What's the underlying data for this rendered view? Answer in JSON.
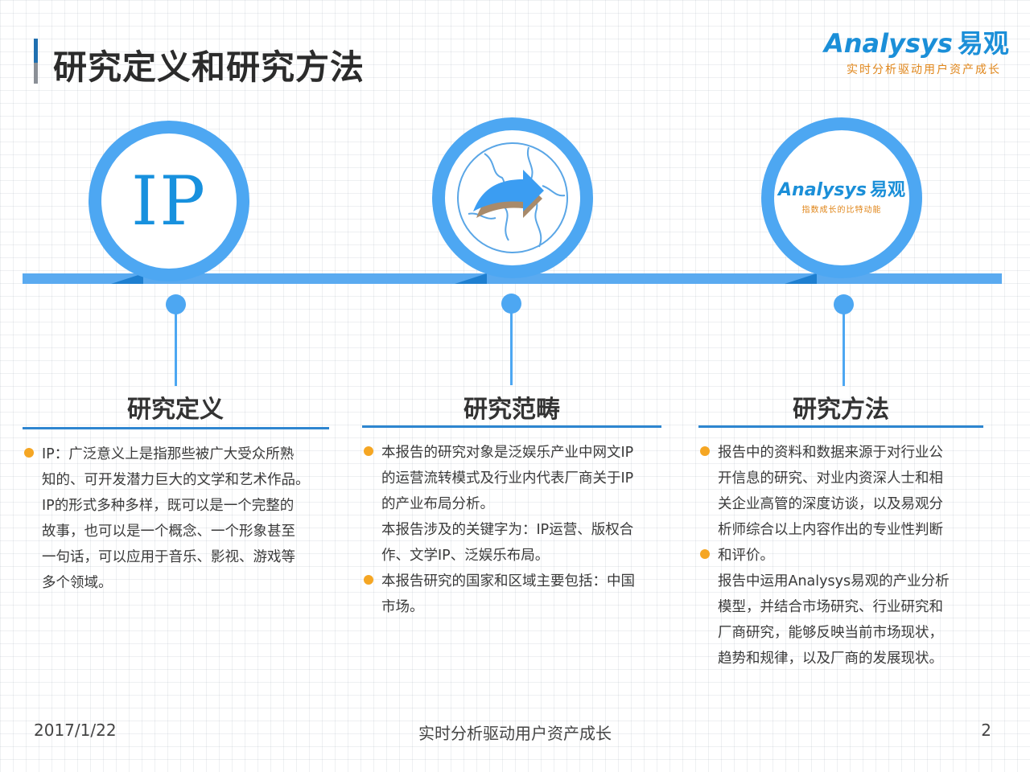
{
  "header": {
    "title": "研究定义和研究方法",
    "logo_text": "Analysys",
    "logo_cn": "易观",
    "slogan": "实时分析驱动用户资产成长"
  },
  "circles": {
    "left_text": "IP",
    "right_logo_text": "Analysys",
    "right_logo_cn": "易观",
    "right_logo_slogan": "指数成长的比特动能"
  },
  "columns": [
    {
      "heading": "研究定义",
      "lines": [
        "IP：广泛意义上是指那些被广大受众所熟",
        "知的、可开发潜力巨大的文学和艺术作品。",
        "IP的形式多种多样，既可以是一个完整的",
        "故事，也可以是一个概念、一个形象甚至",
        "一句话，可以应用于音乐、影视、游戏等",
        "多个领域。"
      ]
    },
    {
      "heading": "研究范畴",
      "lines": [
        "本报告的研究对象是泛娱乐产业中网文IP",
        "的运营流转模式及行业内代表厂商关于IP",
        "的产业布局分析。",
        "本报告涉及的关键字为：IP运营、版权合",
        "作、文学IP、泛娱乐布局。",
        "本报告研究的国家和区域主要包括：中国",
        "市场。"
      ]
    },
    {
      "heading": "研究方法",
      "lines": [
        "报告中的资料和数据来源于对行业公",
        "开信息的研究、对业内资深人士和相",
        "关企业高管的深度访谈，以及易观分",
        "析师综合以上内容作出的专业性判断",
        "和评价。",
        "报告中运用Analysys易观的产业分析",
        "模型，并结合市场研究、行业研究和",
        "厂商研究，能够反映当前市场现状，",
        "趋势和规律，以及厂商的发展现状。"
      ]
    }
  ],
  "footer": {
    "date": "2017/1/22",
    "slogan": "实时分析驱动用户资产成长",
    "page": "2"
  },
  "colors": {
    "accent_blue": "#4da7f2",
    "bullet_orange": "#f5a623",
    "logo_blue": "#1b8fd8"
  }
}
